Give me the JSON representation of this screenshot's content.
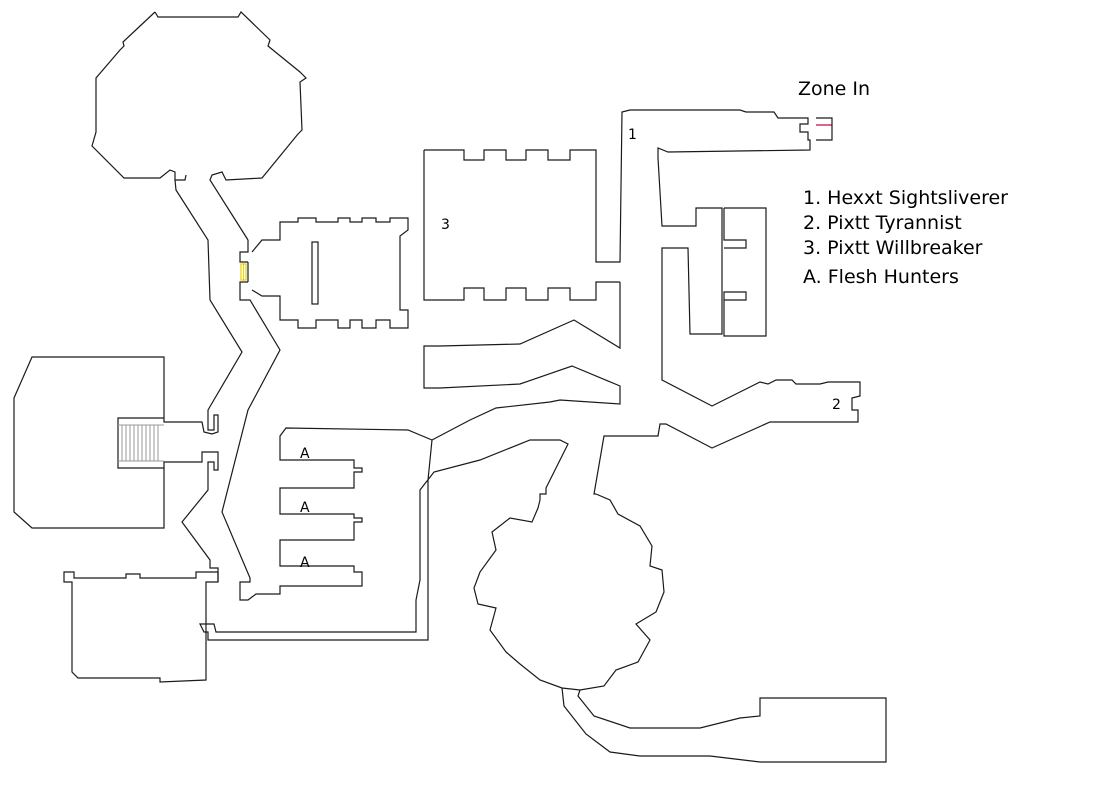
{
  "zone_in_label": "Zone In",
  "legend": [
    "1. Hexxt Sightsliverer",
    "2. Pixtt Tyrannist",
    "3. Pixtt Willbreaker",
    "A. Flesh Hunters"
  ],
  "markers": {
    "m1": "1",
    "m2": "2",
    "m3": "3",
    "a": "A"
  },
  "colors": {
    "walls": "#1a1a1a",
    "zone_line": "#cc3366",
    "door": "#e6d200"
  }
}
